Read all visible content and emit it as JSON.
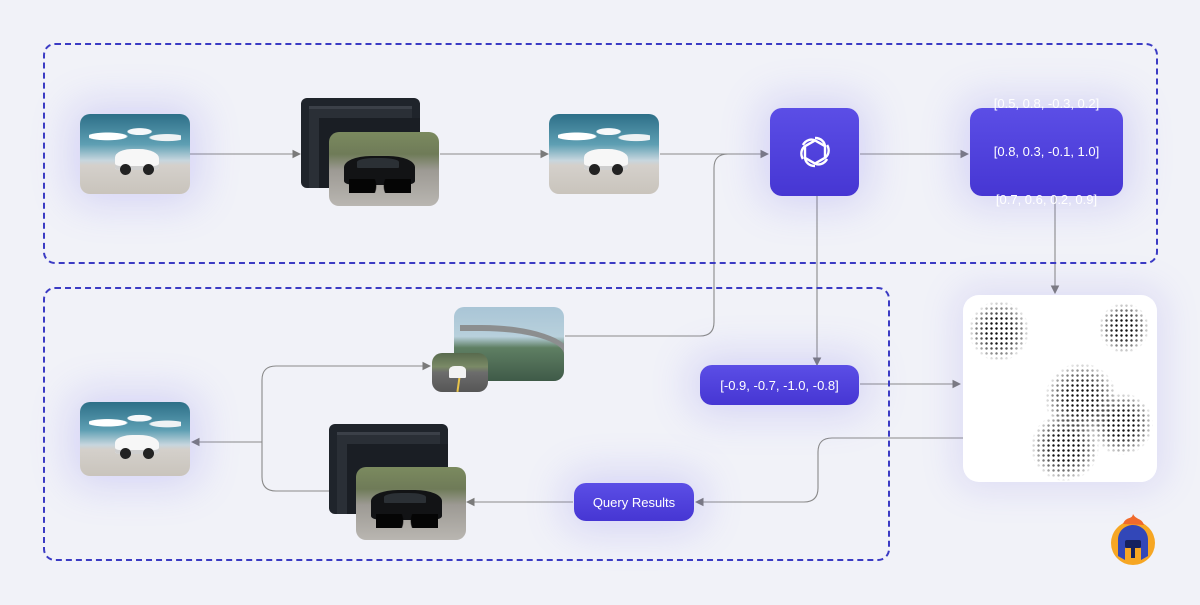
{
  "indexing_stage": {
    "embedding_output": [
      "[0.5, 0.8, -0.3, 0.2]",
      "[0.8, 0.3, -0.1, 1.0]",
      "[0.7, 0.6, 0.2, 0.9]"
    ]
  },
  "query_stage": {
    "query_vector": "[-0.9, -0.7, -1.0, -0.8]",
    "results_label": "Query Results"
  },
  "icons": {
    "model": "openai-knot-icon",
    "brand": "helmet-logo-icon"
  },
  "colors": {
    "accent": "#4a3ed8",
    "dashed_border": "#3b3bc4",
    "background": "#f1f2f8"
  }
}
